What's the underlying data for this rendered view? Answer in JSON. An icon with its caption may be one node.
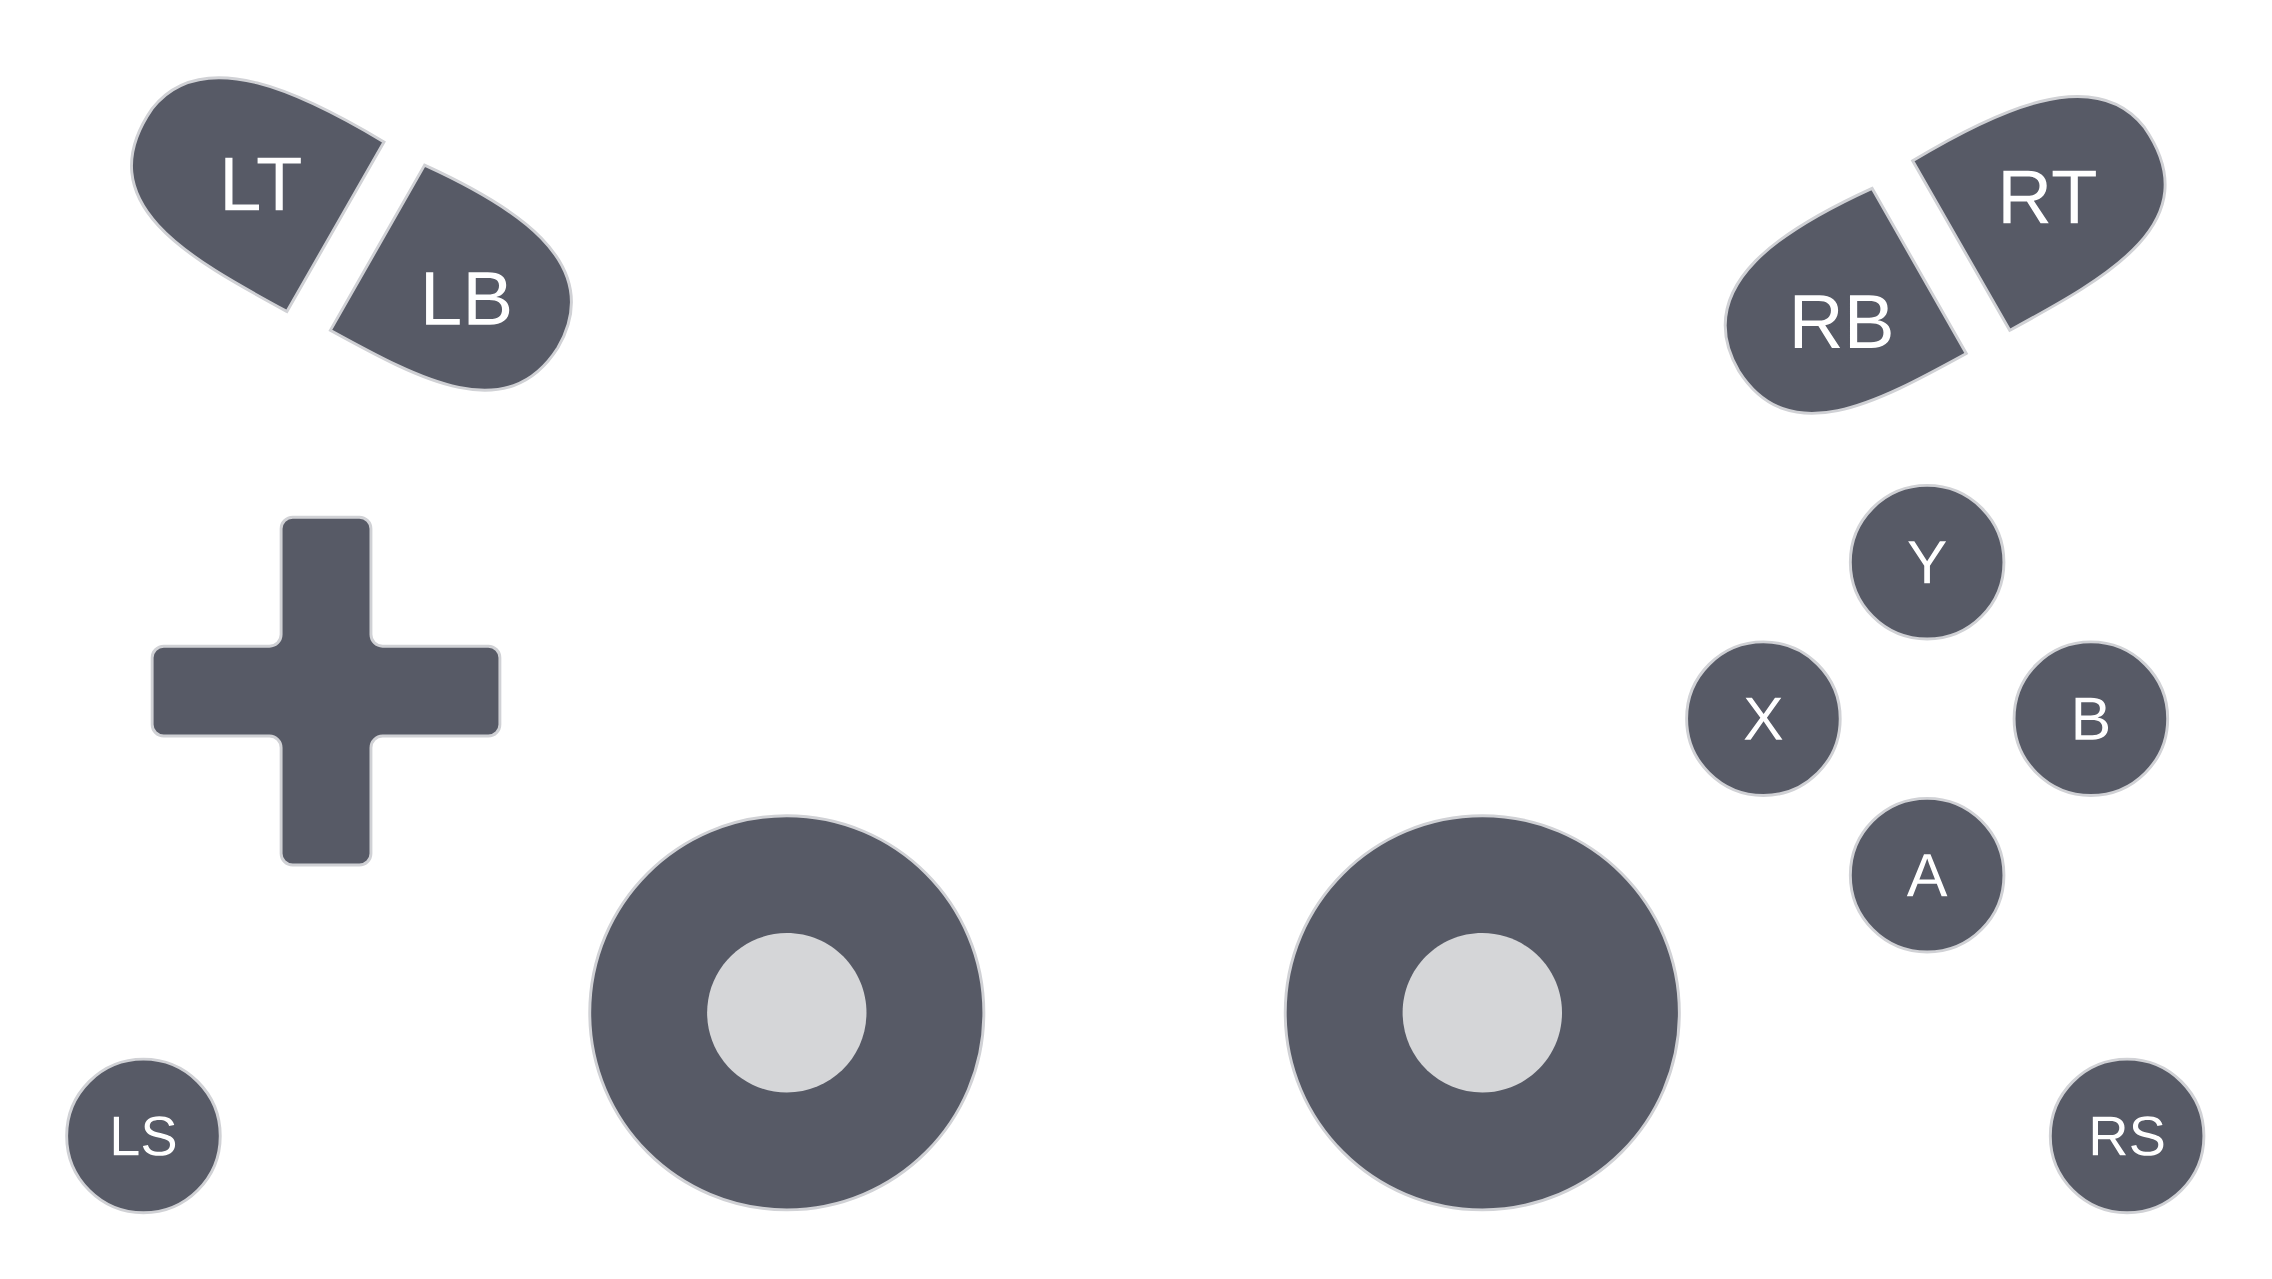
{
  "diagram": {
    "nodes": [
      {
        "text": [
          "LT"
        ]
      },
      {
        "text": [
          "LB"
        ]
      },
      {
        "text": [
          "RT"
        ]
      },
      {
        "text": [
          "RB"
        ]
      },
      {
        "text": [],
        "shape": "cross"
      },
      {
        "text": [],
        "shape": "circle"
      },
      {
        "text": [],
        "shape": "circle"
      },
      {
        "text": [
          "Y"
        ]
      },
      {
        "text": [
          "X"
        ]
      },
      {
        "text": [
          "B"
        ]
      },
      {
        "text": [
          "A"
        ]
      },
      {
        "text": [
          "LS"
        ]
      },
      {
        "text": [
          "RS"
        ]
      }
    ]
  }
}
